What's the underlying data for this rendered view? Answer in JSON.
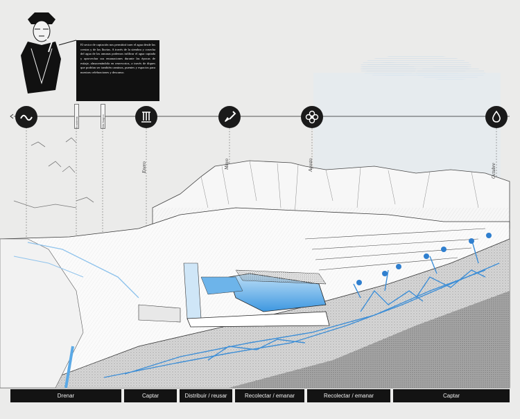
{
  "speech_text": "El sector de captación nos permitirá traer el agua desde las crestas y de las lluvias. A través de la siembra y cosecha del agua de las amunas podemos infiltrar el agua captada y aprovechar sus emanaciones durante las épocas de estiaje, almacenándola en reservorios, a través de diques que podrían ser también caminos, puentes y espacios para nuestras celebraciones y descanso.",
  "timeline": {
    "icons": [
      {
        "name": "wave-icon"
      },
      {
        "name": "waterfall-icon"
      },
      {
        "name": "shovel-icon"
      },
      {
        "name": "flower-icon"
      },
      {
        "name": "water-drop-icon"
      }
    ],
    "tags": [
      "Ecosistema",
      "Sitio Huaycco"
    ]
  },
  "months": {
    "enero": "Enero",
    "mayo": "Mayo",
    "agosto": "Agosto",
    "octubre": "Octubre"
  },
  "bottom_bar": {
    "drenar": "Drenar",
    "captar1": "Captar",
    "distribuir": "Distribuir / reusar",
    "recolectar1": "Recolectar / emanar",
    "recolectar2": "Recolectar / emanar",
    "captar2": "Captar"
  },
  "colors": {
    "water": "#5aa9e6",
    "water_dark": "#2f7fcf",
    "bar": "#131313",
    "background": "#ebebea"
  }
}
